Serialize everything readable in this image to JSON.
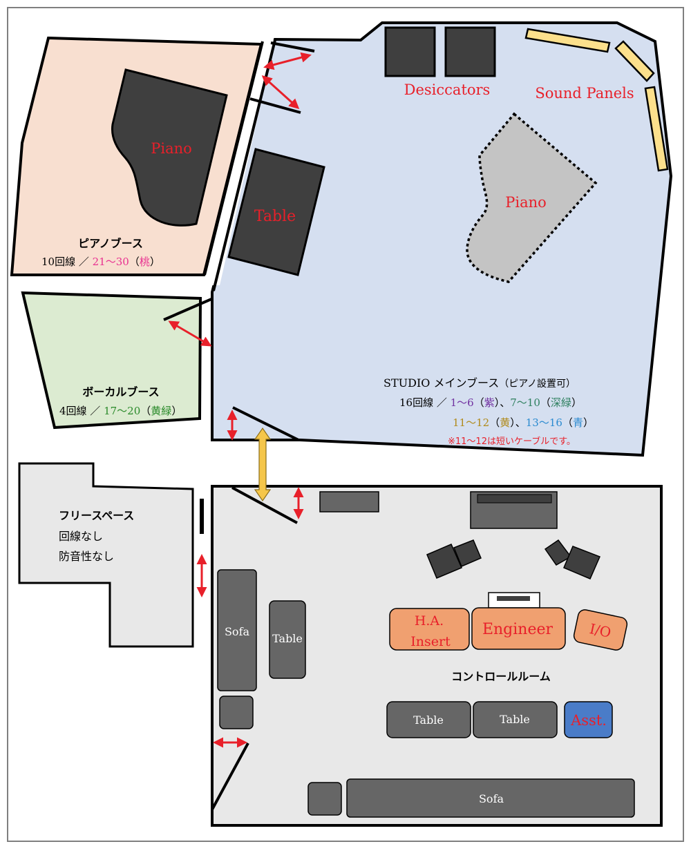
{
  "labels": {
    "desiccators": "Desiccators",
    "sound_panels": "Sound Panels",
    "piano_booth_piano": "Piano",
    "main_piano": "Piano",
    "studio_table": "Table",
    "control_sofa_left": "Sofa",
    "control_table_left": "Table",
    "ha_insert_line1": "H.A.",
    "ha_insert_line2": "Insert",
    "engineer": "Engineer",
    "io": "I/O",
    "control_room_title": "コントロールルーム",
    "table_a": "Table",
    "table_b": "Table",
    "asst": "Asst.",
    "sofa_bottom": "Sofa"
  },
  "rooms": {
    "piano_booth": {
      "title": "ピアノブース",
      "lines_prefix": "10回線 ／ ",
      "lines_range": "21〜30",
      "lines_open": "（",
      "lines_color_name": "桃",
      "lines_close": "）"
    },
    "vocal_booth": {
      "title": "ボーカルブース",
      "lines_prefix": "4回線 ／ ",
      "lines_range": "17〜20",
      "lines_open": "（",
      "lines_color_name": "黄緑",
      "lines_close": "）"
    },
    "studio_main": {
      "title": "STUDIO メインブース",
      "title_note": "（ピアノ設置可）",
      "line1_prefix": "16回線 ／ ",
      "range1": "1〜6",
      "color1_open": "（",
      "color1": "紫",
      "color1_close": "）、",
      "range2": "7〜10",
      "color2_open": "（",
      "color2": "深緑",
      "color2_close": "）",
      "range3": "11〜12",
      "color3_open": "（",
      "color3": "黄",
      "color3_close": "）、",
      "range4": "13〜16",
      "color4_open": "（",
      "color4": "青",
      "color4_close": "）",
      "note": "※11〜12は短いケーブルです。"
    },
    "free_space": {
      "title": "フリースペース",
      "line1": "回線なし",
      "line2": "防音性なし"
    }
  },
  "colors": {
    "piano_booth_fill": "#f8dfd0",
    "vocal_booth_fill": "#dcebd1",
    "studio_fill": "#d5dff0",
    "control_fill": "#e8e8e8",
    "free_fill": "#e8e8e8",
    "furniture_dark": "#3f3f3f",
    "furniture_gray": "#666666",
    "main_piano_fill": "#c4c4c4",
    "panel_yellow": "#fce08c",
    "orange_desk": "#f0a070",
    "asst_blue": "#4a7cc8",
    "label_red": "#e8202a",
    "pink": "#e83090",
    "green": "#2a8a2a",
    "purple": "#7030a0",
    "teal_green": "#2f8060",
    "gold": "#b08a1a",
    "blue": "#2a8ad0",
    "arrow_red": "#e8202a",
    "arrow_yellow": "#f5c64a"
  }
}
